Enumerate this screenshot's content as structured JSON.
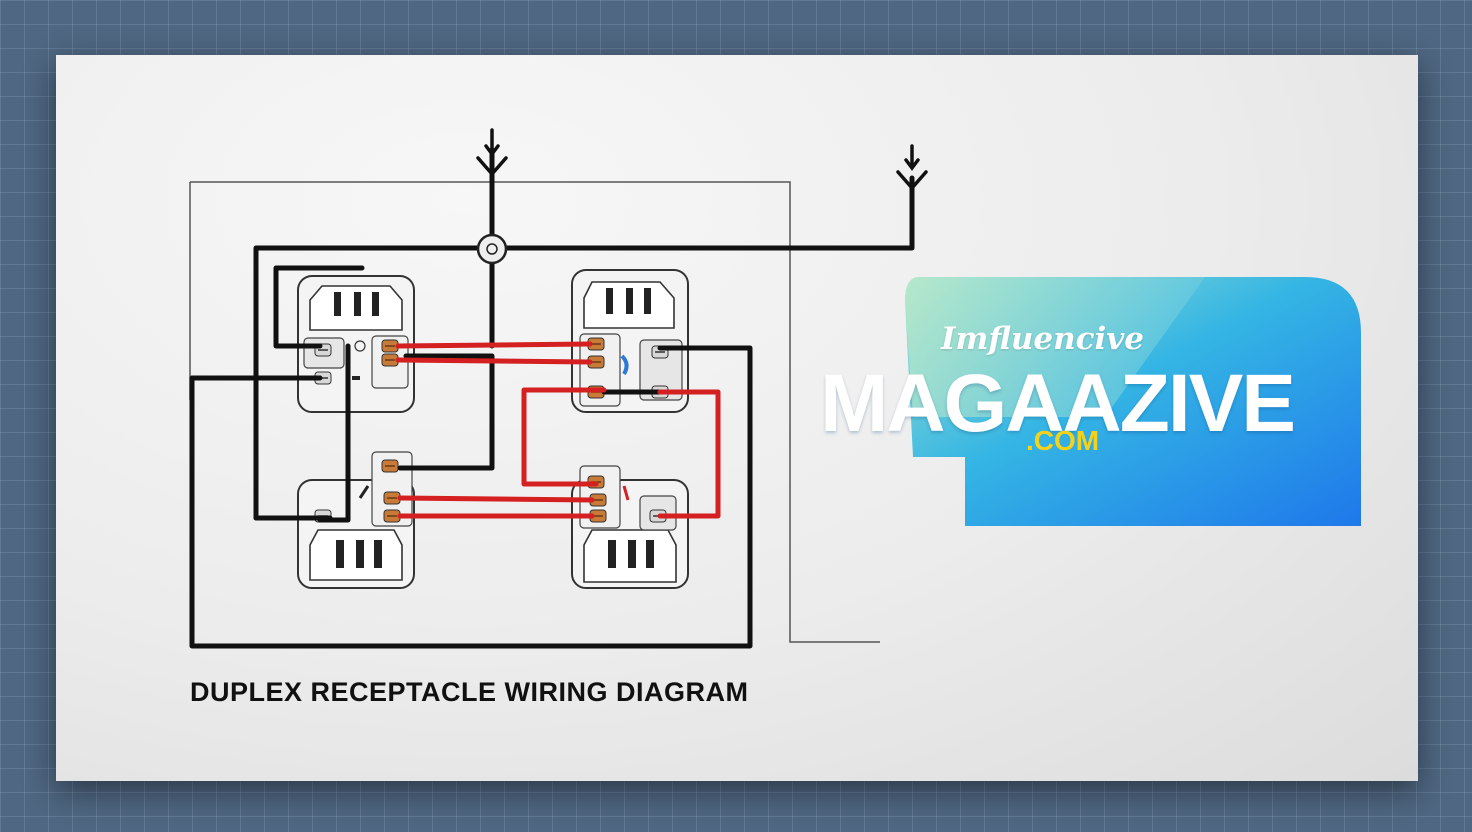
{
  "diagram": {
    "caption": "DUPLEX RECEPTACLE WIRING DIAGRAM"
  },
  "logo": {
    "line1": "Imfluencive",
    "line2": "MAGAAZIVE",
    "line3": ".COM"
  },
  "colors": {
    "background": "#4f6782",
    "hot_wire": "#d42020",
    "neutral_wire": "#111111",
    "terminal": "#c87a38"
  }
}
